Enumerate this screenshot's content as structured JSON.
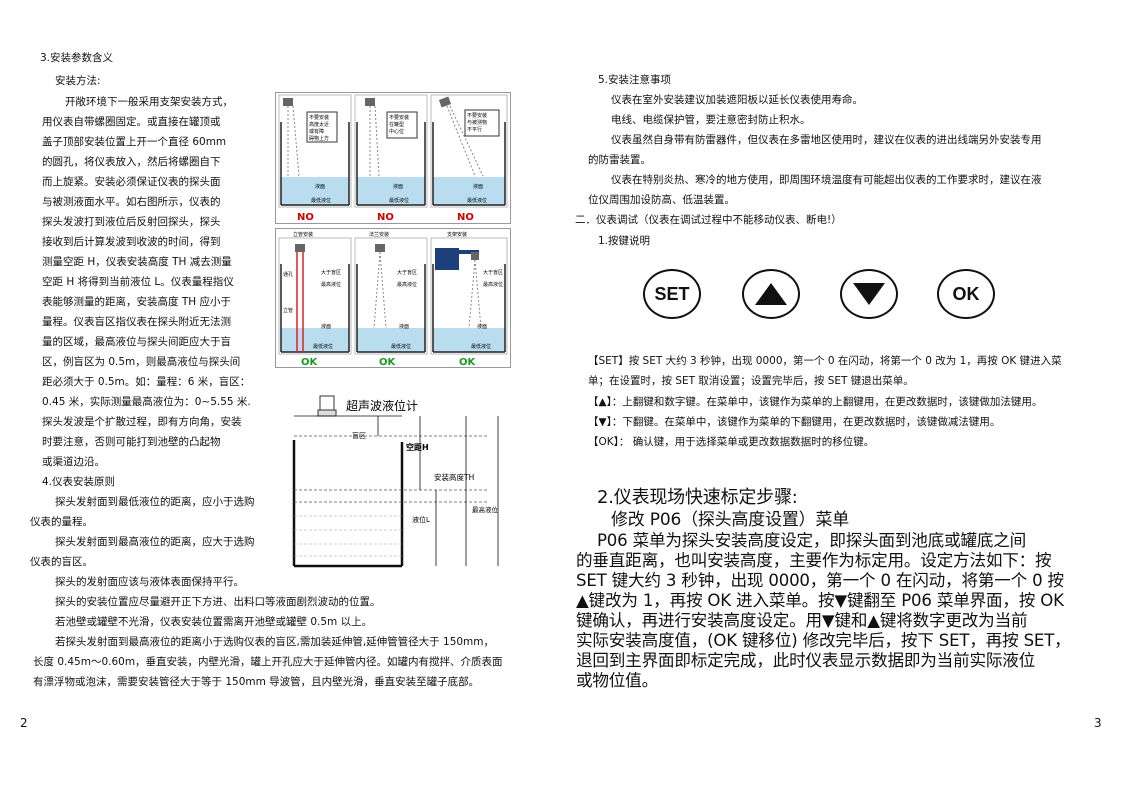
{
  "left": {
    "section3_title": "3.安装参数含义",
    "install_method_label": "安装方法:",
    "install_text_lines": [
      "开敞环境下一般采用支架安装方式，",
      "用仪表自带螺圈固定。或直接在罐顶或",
      "盖子顶部安装位置上开一个直径 60mm",
      "的圆孔，将仪表放入，然后将螺圈自下",
      "而上旋紧。安装必须保证仪表的探头面",
      "与被测液面水平。如右图所示，仪表的",
      "探头发波打到液位后反射回探头，探头",
      "接收到后计算发波到收波的时间，得到",
      "测量空距 H，仪表安装高度 TH 减去测量",
      "空距 H 将得到当前液位 L。仪表量程指仪",
      "表能够测量的距离，安装高度 TH 应小于",
      "量程。仪表盲区指仪表在探头附近无法测",
      "量的区域，最高液位与探头间距应大于盲",
      "区，例盲区为 0.5m，则最高液位与探头间",
      "距必须大于 0.5m。如：量程：6 米，盲区：",
      " 0.45 米，实际测量最高液位为：0~5.55 米.",
      "探头发波是个扩散过程，即有方向角，安装",
      "时要注意，否则可能打到池壁的凸起物",
      "或渠道边沿。"
    ],
    "section4_title": "4.仪表安装原则",
    "principle_lines": [
      "探头发射面到最低液位的距离，应小于选购",
      "仪表的量程。",
      "探头发射面到最高液位的距离，应大于选购",
      "仪表的盲区。",
      "探头的发射面应该与液体表面保持平行。",
      "探头的安装位置应尽量避开正下方进、出料口等液面剧烈波动的位置。",
      "若池壁或罐壁不光滑，仪表安装位置需离开池壁或罐壁 0.5m 以上。",
      "若探头发射面到最高液位的距离小于选购仪表的盲区,需加装延伸管,延伸管管径大于 150mm，",
      "长度 0.45m～0.60m，垂直安装，内壁光滑，罐上开孔应大于延伸管内径。如罐内有搅拌、介质表面",
      "有漂浮物或泡沫，需要安装管径大于等于 150mm 导波管，且内壁光滑，垂直安装至罐子底部。"
    ],
    "diagram_top": {
      "note1": [
        "不要安装",
        "高度太近",
        "或有障",
        "碍物上方"
      ],
      "note2": [
        "不要安装",
        "在罐型",
        "中心位"
      ],
      "note3": [
        "不要安装",
        "与被测物",
        "不平行"
      ],
      "liquid_label": "液面",
      "min_label": "最低液位",
      "verdict": "NO"
    },
    "diagram_mid": {
      "titles": [
        "立管安装",
        "法兰安装",
        "支架安装"
      ],
      "blind_label": "大于盲区",
      "max_label": "最高液位",
      "liquid_label": "液面",
      "min_label": "最低液位",
      "hole_label": "通孔",
      "tube_label": "立管",
      "verdict": "OK"
    },
    "level_diagram": {
      "title": "超声波液位计",
      "blind": "盲区",
      "empty": "空距H",
      "install_height": "安装高度TH",
      "max_level": "最高液位",
      "level": "液位L"
    },
    "page_number": "2"
  },
  "right": {
    "section5_title": "5.安装注意事项",
    "notes": [
      "仪表在室外安装建议加装遮阳板以延长仪表使用寿命。",
      "电线、电缆保护管，要注意密封防止积水。",
      "仪表虽然自身带有防雷器件，但仪表在多雷地区使用时，建议在仪表的进出线端另外安装专用",
      "的防雷装置。",
      "仪表在特别炎热、寒冷的地方使用，即周围环境温度有可能超出仪表的工作要求时，建议在液",
      "位仪周围加设防高、低温装置。"
    ],
    "debug_title": "二．仪表调试（仪表在调试过程中不能移动仪表、断电!）",
    "keys_title": "1.按键说明",
    "buttons": [
      "SET",
      "up-triangle",
      "down-triangle",
      "OK"
    ],
    "button_labels": {
      "set": "SET",
      "ok": "OK"
    },
    "key_desc": [
      "【SET】按 SET 大约 3 秒钟，出现 0000，第一个 0 在闪动，将第一个 0 改为 1，再按 OK 键进入菜",
      "单；在设置时，按 SET 取消设置；设置完毕后，按 SET 键退出菜单。",
      "【▲】：上翻键和数字键。在菜单中，该键作为菜单的上翻键用，在更改数据时，该键做加法键用。",
      "【▼】：下翻键。在菜单中，该键作为菜单的下翻键用，在更改数据时，该键做减法键用。",
      "【OK】：  确认键，用于选择菜单或更改数据数据时的移位键。"
    ],
    "calib_title": "2.仪表现场快速标定步骤:",
    "calib_sub": "修改 P06（探头高度设置）菜单",
    "calib_lines": [
      "P06 菜单为探头安装高度设定，即探头面到池底或罐底之间",
      "的垂直距离，也叫安装高度，主要作为标定用。设定方法如下：按",
      "SET 键大约 3 秒钟，出现 0000，第一个 0 在闪动，将第一个 0 按",
      "▲键改为 1，再按 OK 进入菜单。按▼键翻至 P06 菜单界面，按 OK",
      "键确认，再进行安装高度设定。用▼键和▲键将数字更改为当前",
      "实际安装高度值，(OK 键移位) 修改完毕后，按下 SET，再按 SET，",
      "退回到主界面即标定完成，此时仪表显示数据即为当前实际液位",
      "或物位值。"
    ],
    "page_number": "3"
  }
}
